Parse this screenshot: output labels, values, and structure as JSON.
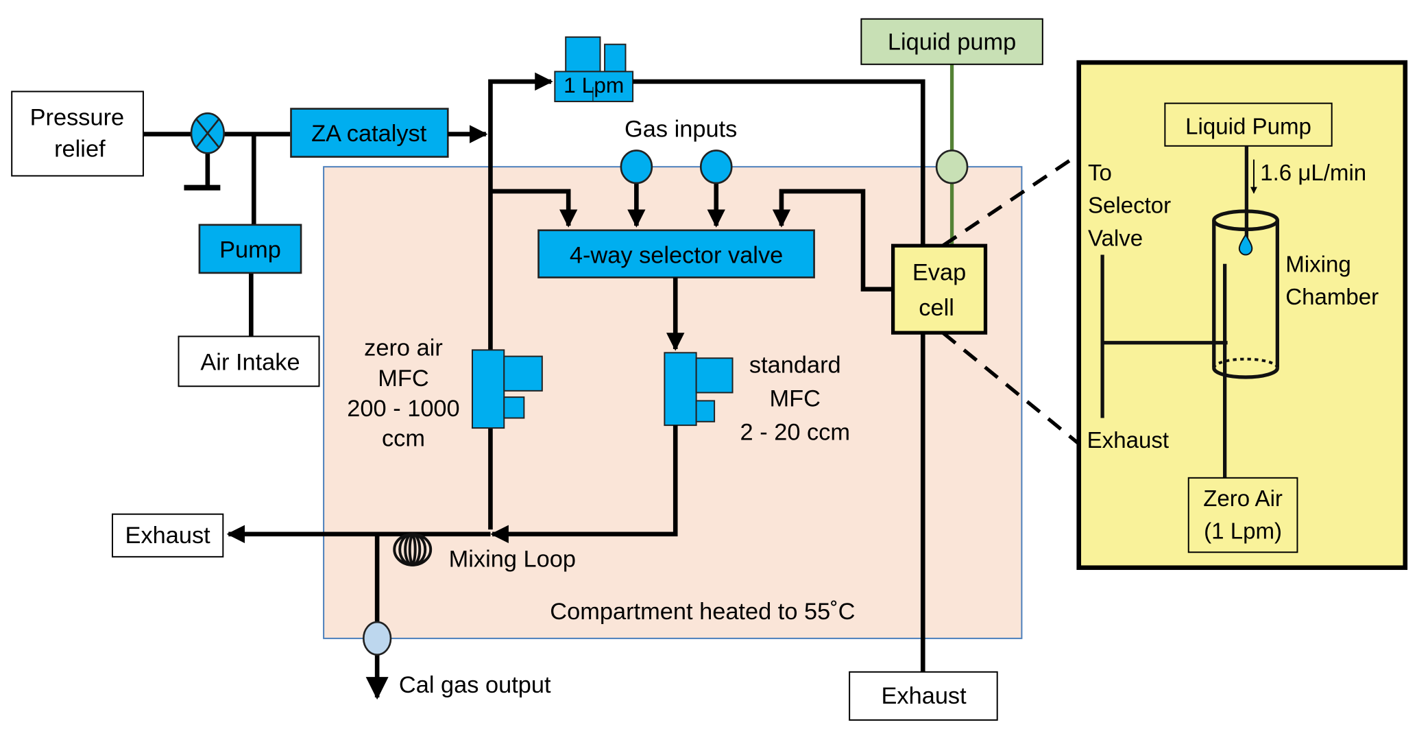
{
  "diagram": {
    "title": "Calibration gas generator schematic",
    "colors": {
      "component_blue": "#00aeef",
      "compartment_fill": "#fae5d8",
      "compartment_border": "#4a7ebb",
      "evap_yellow": "#f9f29a",
      "liquid_pump_green": "#c8e0b5",
      "liquid_line_green": "#548235",
      "output_port_blue": "#bdd7ee"
    },
    "labels": {
      "pressure_relief": [
        "Pressure",
        "relief"
      ],
      "za_catalyst": "ZA catalyst",
      "pump": "Pump",
      "air_intake": "Air Intake",
      "mfc_1lpm": "1 Lpm",
      "gas_inputs": "Gas inputs",
      "selector_valve": "4-way selector valve",
      "liquid_pump": "Liquid pump",
      "evap_cell": [
        "Evap",
        "cell"
      ],
      "zero_air_mfc": [
        "zero air",
        "MFC",
        "200 - 1000",
        "ccm"
      ],
      "standard_mfc": [
        "standard",
        "MFC",
        "2 - 20 ccm"
      ],
      "exhaust_left": "Exhaust",
      "mixing_loop": "Mixing Loop",
      "compartment": "Compartment heated to 55˚C",
      "cal_gas_output": "Cal gas output",
      "exhaust_bottom": "Exhaust"
    },
    "inset": {
      "liquid_pump": "Liquid Pump",
      "flow_rate": "1.6 μL/min",
      "to_selector_valve": [
        "To",
        "Selector",
        "Valve"
      ],
      "mixing_chamber": [
        "Mixing",
        "Chamber"
      ],
      "exhaust": "Exhaust",
      "zero_air": [
        "Zero Air",
        "(1 Lpm)"
      ]
    }
  }
}
